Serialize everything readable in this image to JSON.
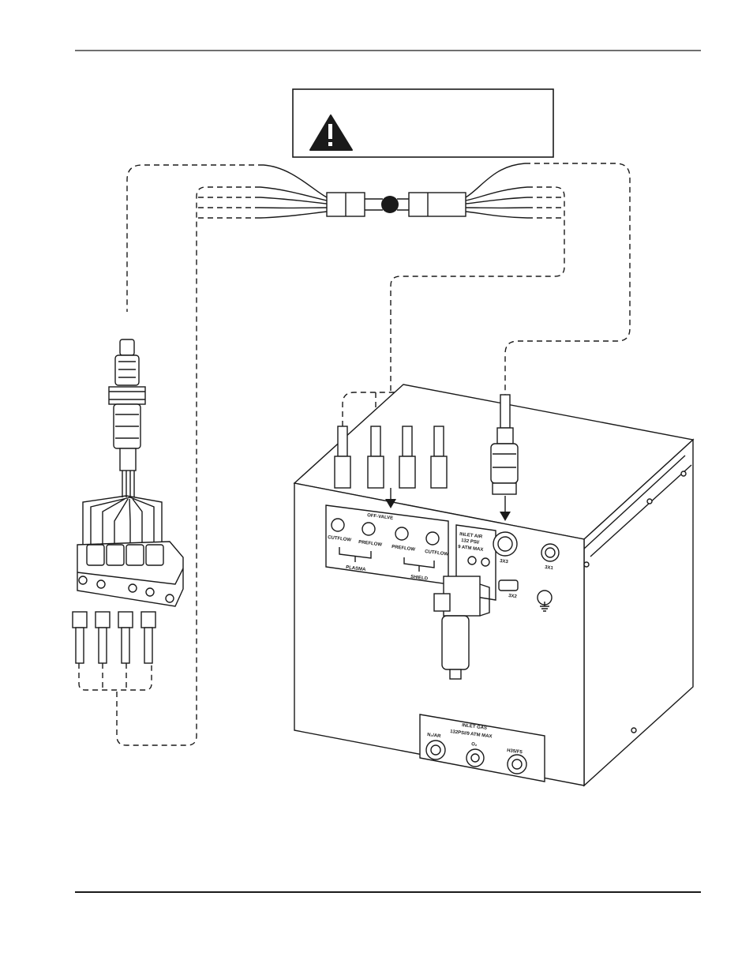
{
  "panel_labels": {
    "off_valve_header": "OFF-VALVE",
    "cutflow_left": "CUTFLOW",
    "preflow_left": "PREFLOW",
    "preflow_right": "PREFLOW",
    "cutflow_right": "CUTFLOW",
    "plasma": "PLASMA",
    "shield": "SHIELD",
    "inlet_air": "INLET AIR",
    "inlet_air_psi": "132 PSI/",
    "inlet_air_atm": "9 ATM MAX",
    "connector_x3": "3X3",
    "connector_x1": "3X1",
    "connector_x2": "3X2",
    "inlet_gas": "INLET GAS",
    "inlet_gas_psi": "132PSI/9 ATM MAX",
    "port_n2_ar": "N₂/AR",
    "port_o2": "O₂",
    "port_h35_f5": "H35/F5"
  },
  "icons": {
    "warning": "warning-triangle-icon",
    "ground": "ground-symbol-icon"
  }
}
